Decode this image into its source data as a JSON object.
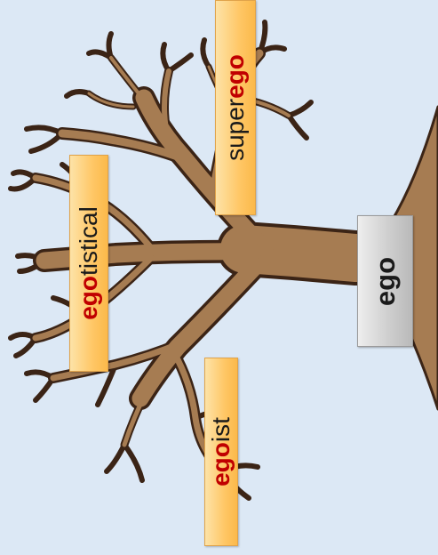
{
  "root": {
    "label": "ego"
  },
  "words": [
    {
      "id": "superego",
      "prefix": "super",
      "root": "ego",
      "suffix": ""
    },
    {
      "id": "egotistical",
      "prefix": "",
      "root": "ego",
      "suffix": "tistical"
    },
    {
      "id": "egoist",
      "prefix": "",
      "root": "ego",
      "suffix": "ist"
    }
  ],
  "colors": {
    "background": "#dce8f5",
    "tree_fill": "#a67c52",
    "tree_outline": "#3b2416",
    "card_fill": "#fdc96a",
    "root_card_fill": "#cccccc",
    "root_highlight": "#c00000"
  }
}
